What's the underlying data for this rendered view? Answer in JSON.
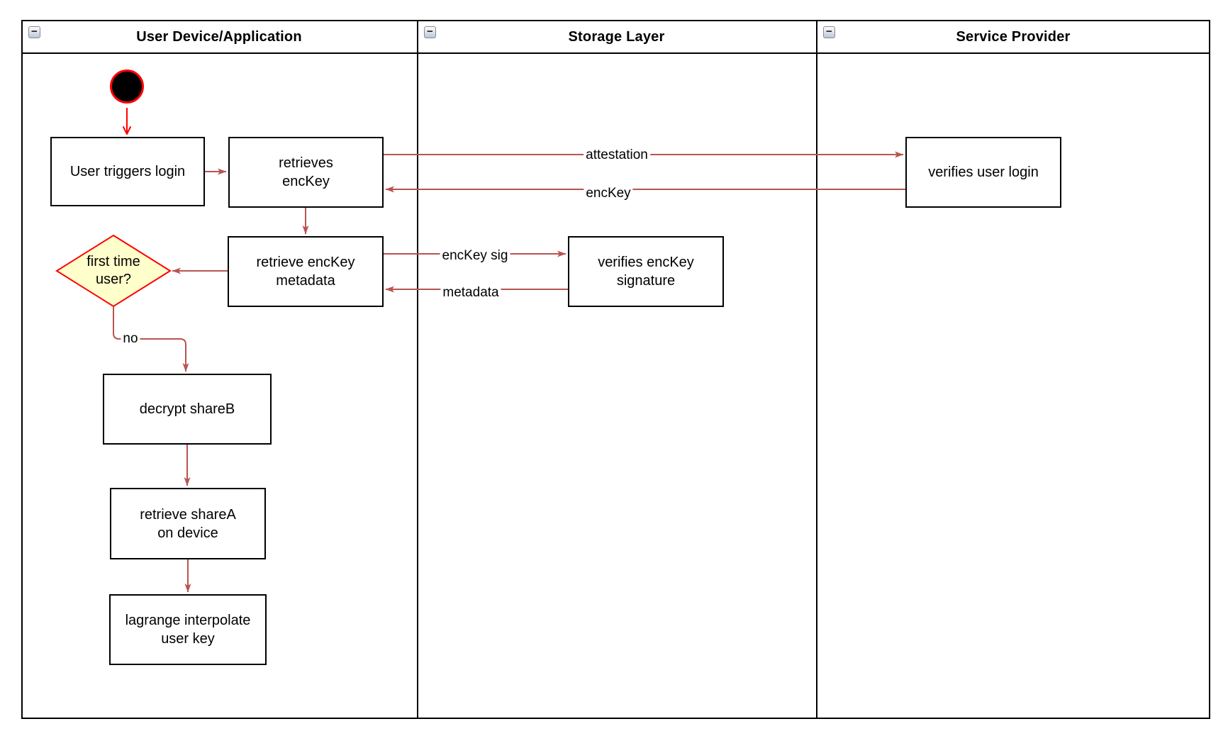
{
  "lanes": [
    {
      "title": "User Device/Application"
    },
    {
      "title": "Storage Layer"
    },
    {
      "title": "Service Provider"
    }
  ],
  "collapse_glyph": "−",
  "nodes": {
    "start": {
      "type": "initial-node",
      "fill": "#000000",
      "stroke": "#FF0000"
    },
    "user_triggers_login": {
      "label": "User triggers login",
      "lane": "User Device/Application"
    },
    "retrieves_enckey": {
      "label": "retrieves\nencKey",
      "lane": "User Device/Application"
    },
    "retrieve_enckey_metadata": {
      "label": "retrieve encKey\nmetadata",
      "lane": "User Device/Application"
    },
    "first_time_user": {
      "label": "first time\nuser?",
      "lane": "User Device/Application",
      "shape": "decision",
      "fill": "#FFFFCC",
      "stroke": "#FF0000"
    },
    "decrypt_shareb": {
      "label": "decrypt shareB",
      "lane": "User Device/Application"
    },
    "retrieve_sharea_on_device": {
      "label": "retrieve shareA\non device",
      "lane": "User Device/Application"
    },
    "lagrange_interpolate_user_key": {
      "label": "lagrange interpolate\nuser key",
      "lane": "User Device/Application"
    },
    "verifies_enckey_signature": {
      "label": "verifies encKey\nsignature",
      "lane": "Storage Layer"
    },
    "verifies_user_login": {
      "label": "verifies user login",
      "lane": "Service Provider"
    }
  },
  "edges": [
    {
      "from": "start",
      "to": "user_triggers_login",
      "label": "",
      "color": "#FF0000"
    },
    {
      "from": "user_triggers_login",
      "to": "retrieves_enckey",
      "label": "",
      "color": "#B85450"
    },
    {
      "from": "retrieves_enckey",
      "to": "verifies_user_login",
      "label": "attestation",
      "color": "#B85450"
    },
    {
      "from": "verifies_user_login",
      "to": "retrieves_enckey",
      "label": "encKey",
      "color": "#B85450"
    },
    {
      "from": "retrieves_enckey",
      "to": "retrieve_enckey_metadata",
      "label": "",
      "color": "#B85450"
    },
    {
      "from": "retrieve_enckey_metadata",
      "to": "verifies_enckey_signature",
      "label": "encKey sig",
      "color": "#B85450"
    },
    {
      "from": "verifies_enckey_signature",
      "to": "retrieve_enckey_metadata",
      "label": "metadata",
      "color": "#B85450"
    },
    {
      "from": "retrieve_enckey_metadata",
      "to": "first_time_user",
      "label": "",
      "color": "#B85450"
    },
    {
      "from": "first_time_user",
      "to": "decrypt_shareb",
      "label": "no",
      "color": "#B85450"
    },
    {
      "from": "decrypt_shareb",
      "to": "retrieve_sharea_on_device",
      "label": "",
      "color": "#B85450"
    },
    {
      "from": "retrieve_sharea_on_device",
      "to": "lagrange_interpolate_user_key",
      "label": "",
      "color": "#B85450"
    }
  ],
  "colors": {
    "arrow": "#B85450",
    "red": "#FF0000",
    "decision_fill": "#FFFFCC",
    "node_border": "#000000",
    "lane_border": "#000000"
  }
}
